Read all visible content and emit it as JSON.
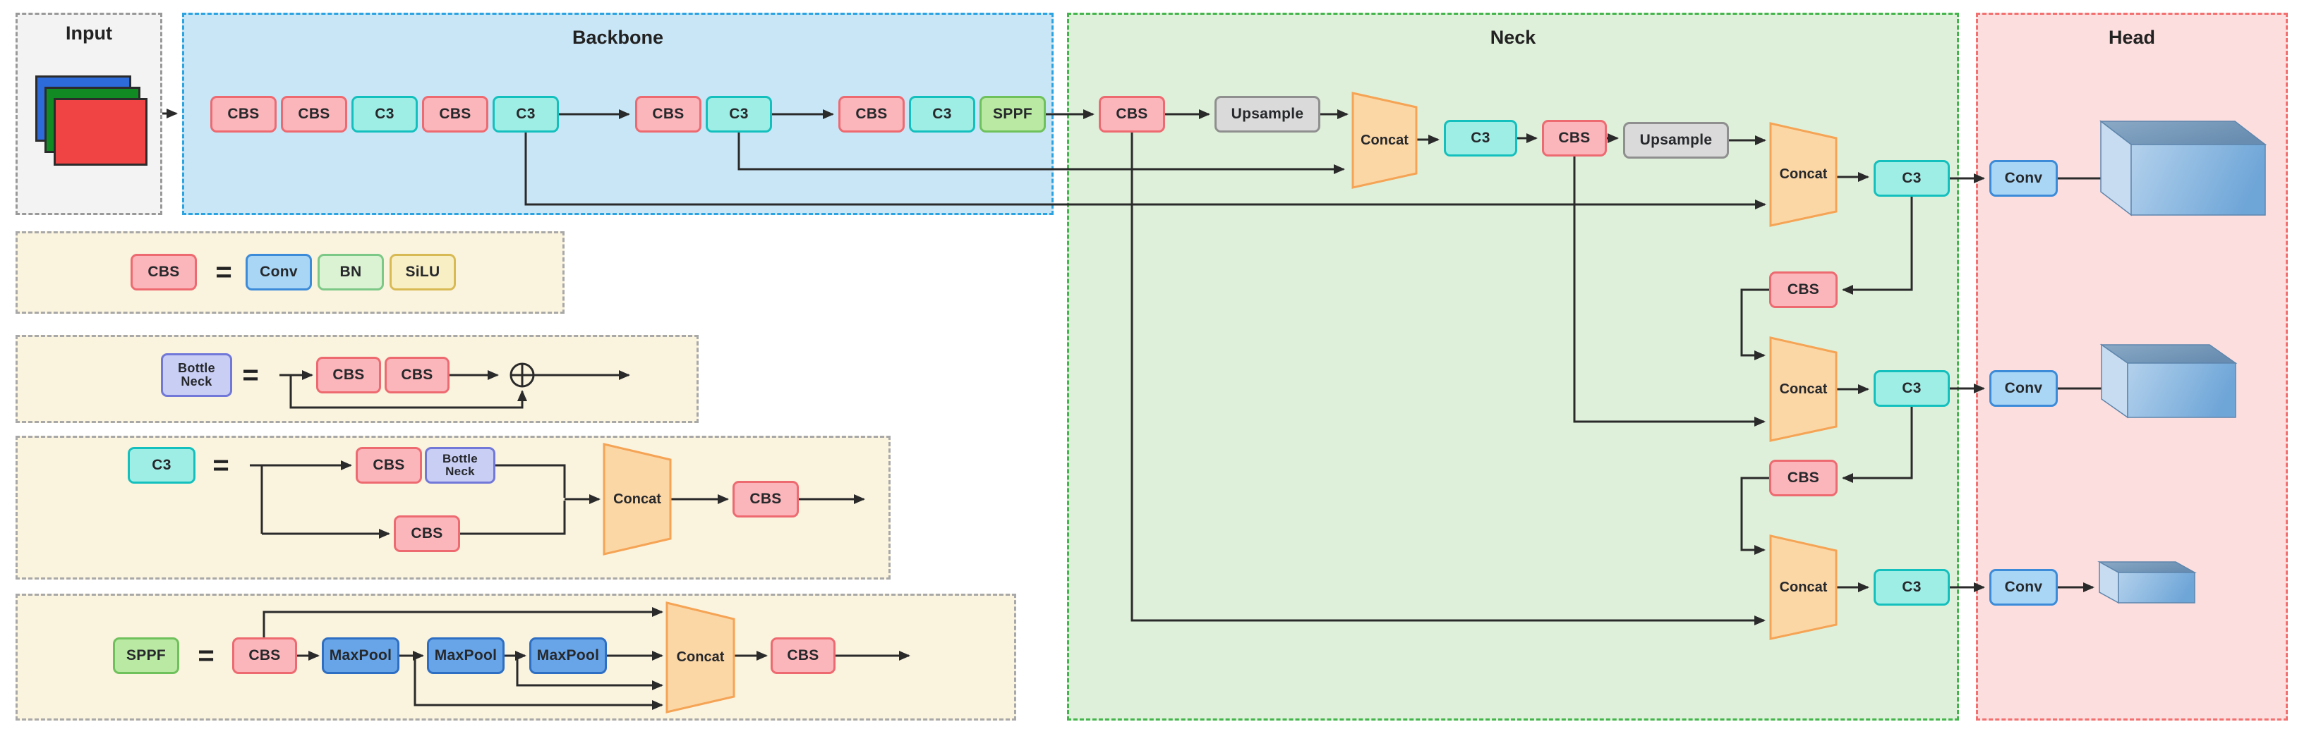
{
  "panels": {
    "input": {
      "title": "Input"
    },
    "backbone": {
      "title": "Backbone"
    },
    "neck": {
      "title": "Neck"
    },
    "head": {
      "title": "Head"
    }
  },
  "backbone_blocks": [
    "CBS",
    "CBS",
    "C3",
    "CBS",
    "C3",
    "CBS",
    "C3",
    "CBS",
    "C3",
    "SPPF"
  ],
  "neck": {
    "row1": [
      "CBS",
      "Upsample",
      "Concat",
      "C3",
      "CBS",
      "Upsample",
      "Concat",
      "C3"
    ],
    "row2": [
      "CBS",
      "Concat",
      "C3"
    ],
    "row3": [
      "CBS",
      "Concat",
      "C3"
    ]
  },
  "head": {
    "convs": [
      "Conv",
      "Conv",
      "Conv"
    ]
  },
  "legend_cbs": {
    "lhs": "CBS",
    "eq": "=",
    "rhs": [
      "Conv",
      "BN",
      "SiLU"
    ]
  },
  "legend_bottleneck": {
    "lhs_lines": [
      "Bottle",
      "Neck"
    ],
    "eq": "=",
    "cbs_a": "CBS",
    "cbs_b": "CBS"
  },
  "legend_c3": {
    "lhs": "C3",
    "eq": "=",
    "cbs_top": "CBS",
    "bottleneck_lines": [
      "Bottle",
      "Neck"
    ],
    "cbs_bottom": "CBS",
    "concat": "Concat",
    "cbs_out": "CBS"
  },
  "legend_sppf": {
    "lhs": "SPPF",
    "eq": "=",
    "cbs_in": "CBS",
    "maxpools": [
      "MaxPool",
      "MaxPool",
      "MaxPool"
    ],
    "concat": "Concat",
    "cbs_out": "CBS"
  },
  "colors": {
    "backbone_panel": "#c9e6f7",
    "backbone_border": "#2ba3e0",
    "neck_panel": "#dff0da",
    "neck_border": "#44b54c",
    "head_panel": "#fcdede",
    "head_border": "#f27070",
    "input_panel": "#f3f3f3",
    "legend_panel": "#faf3de",
    "cbs": "#fbb6bb",
    "cbs_border": "#ee6a71",
    "c3": "#9feee6",
    "c3_border": "#14c0bd",
    "sppf": "#b9e9a3",
    "upsample": "#dadada",
    "conv": "#a9d6f5",
    "concat": "#fcd7a6",
    "concat_border": "#f5a455",
    "bn": "#dcf3d3",
    "silu": "#f9efc5",
    "bottleneck": "#c9cef5",
    "maxpool": "#68a5e8",
    "arrow": "#2a2a2a",
    "input_image_colors": [
      "#2d6bdb",
      "#128a24",
      "#f04343"
    ],
    "feature_cube": "#74a9da"
  }
}
